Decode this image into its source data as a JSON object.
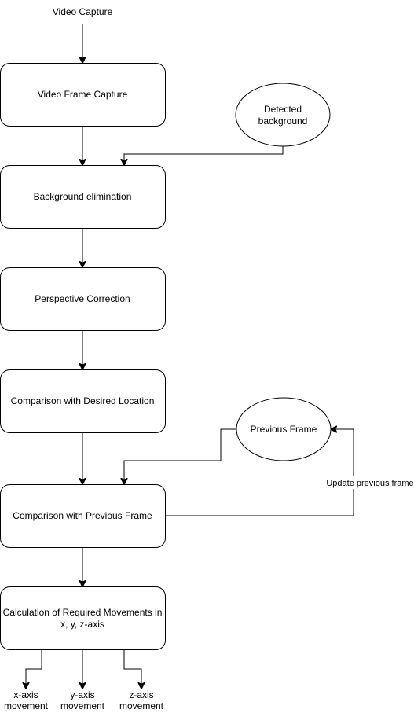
{
  "diagram": {
    "title": "Video Capture",
    "nodes": {
      "video_frame_capture": "Video Frame Capture",
      "detected_background_line1": "Detected",
      "detected_background_line2": "background",
      "background_elimination": "Background elimination",
      "perspective_correction": "Perspective Correction",
      "comparison_desired_location": "Comparison with Desired Location",
      "previous_frame": "Previous Frame",
      "comparison_previous_frame": "Comparison with Previous Frame",
      "calculation_line1": "Calculation of Required Movements in",
      "calculation_line2": "x, y, z-axis"
    },
    "edge_labels": {
      "update_previous_frame": "Update previous frame"
    },
    "outputs": {
      "x_axis_line1": "x-axis",
      "x_axis_line2": "movement",
      "y_axis_line1": "y-axis",
      "y_axis_line2": "movement",
      "z_axis_line1": "z-axis",
      "z_axis_line2": "movement"
    }
  }
}
